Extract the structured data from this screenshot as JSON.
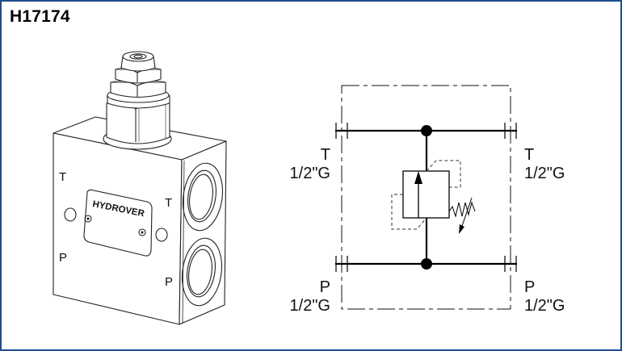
{
  "header": {
    "title": "H17174"
  },
  "product_drawing": {
    "brand_plate": "HYDROVER",
    "front_ports": [
      {
        "label": "T"
      },
      {
        "label": "P"
      }
    ],
    "side_ports": [
      {
        "label": "T"
      },
      {
        "label": "P"
      }
    ]
  },
  "schematic": {
    "ports": {
      "top_left": {
        "name": "T",
        "size": "1/2\"G"
      },
      "top_right": {
        "name": "T",
        "size": "1/2\"G"
      },
      "bottom_left": {
        "name": "P",
        "size": "1/2\"G"
      },
      "bottom_right": {
        "name": "P",
        "size": "1/2\"G"
      }
    },
    "component": "pressure-relief-valve-adjustable-spring"
  },
  "colors": {
    "frame_border": "#1f4e8c",
    "line": "#000000"
  }
}
